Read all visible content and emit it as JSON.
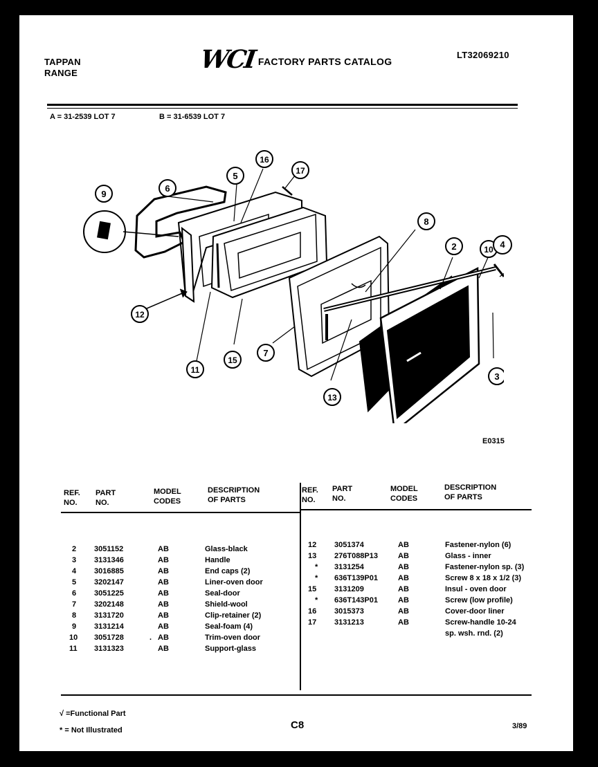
{
  "header": {
    "brand_line1": "TAPPAN",
    "brand_line2": "RANGE",
    "logo_text": "WCI",
    "catalog_title": "FACTORY PARTS CATALOG",
    "model_number": "LT32069210"
  },
  "model_codes": {
    "a": "A = 31-2539 LOT 7",
    "b": "B = 31-6539 LOT 7"
  },
  "diagram": {
    "callouts": [
      "9",
      "6",
      "5",
      "16",
      "17",
      "8",
      "2",
      "10",
      "4",
      "12",
      "11",
      "15",
      "7",
      "13",
      "3"
    ],
    "code": "E0315"
  },
  "table": {
    "headers": {
      "ref_line1": "REF.",
      "ref_line2": "NO.",
      "part_line1": "PART",
      "part_line2": "NO.",
      "model_line1": "MODEL",
      "model_line2": "CODES",
      "desc_line1": "DESCRIPTION",
      "desc_line2": "OF PARTS"
    },
    "left_rows": [
      {
        "ref": "2",
        "part": "3051152",
        "codes": "AB",
        "desc": "Glass-black",
        "mark": ""
      },
      {
        "ref": "3",
        "part": "3131346",
        "codes": "AB",
        "desc": "Handle",
        "mark": ""
      },
      {
        "ref": "4",
        "part": "3016885",
        "codes": "AB",
        "desc": "End caps (2)",
        "mark": ""
      },
      {
        "ref": "5",
        "part": "3202147",
        "codes": "AB",
        "desc": "Liner-oven door",
        "mark": ""
      },
      {
        "ref": "6",
        "part": "3051225",
        "codes": "AB",
        "desc": "Seal-door",
        "mark": ""
      },
      {
        "ref": "7",
        "part": "3202148",
        "codes": "AB",
        "desc": "Shield-wool",
        "mark": ""
      },
      {
        "ref": "8",
        "part": "3131720",
        "codes": "AB",
        "desc": "Clip-retainer (2)",
        "mark": ""
      },
      {
        "ref": "9",
        "part": "3131214",
        "codes": "AB",
        "desc": "Seal-foam (4)",
        "mark": ""
      },
      {
        "ref": "10",
        "part": "3051728",
        "codes": "AB",
        "desc": "Trim-oven door",
        "mark": "."
      },
      {
        "ref": "11",
        "part": "3131323",
        "codes": "AB",
        "desc": "Support-glass",
        "mark": ""
      }
    ],
    "right_rows": [
      {
        "ref": "12",
        "part": "3051374",
        "codes": "AB",
        "desc": "Fastener-nylon (6)"
      },
      {
        "ref": "13",
        "part": "276T088P13",
        "codes": "AB",
        "desc": "Glass - inner"
      },
      {
        "ref": "*",
        "part": "3131254",
        "codes": "AB",
        "desc": "Fastener-nylon sp. (3)"
      },
      {
        "ref": "*",
        "part": "636T139P01",
        "codes": "AB",
        "desc": "Screw 8 x 18 x 1/2 (3)"
      },
      {
        "ref": "15",
        "part": "3131209",
        "codes": "AB",
        "desc": "Insul - oven door"
      },
      {
        "ref": "*",
        "part": "636T143P01",
        "codes": "AB",
        "desc": "Screw (low profile)"
      },
      {
        "ref": "16",
        "part": "3015373",
        "codes": "AB",
        "desc": "Cover-door liner"
      },
      {
        "ref": "17",
        "part": "3131213",
        "codes": "AB",
        "desc": "Screw-handle 10-24"
      },
      {
        "ref": "",
        "part": "",
        "codes": "",
        "desc": "sp. wsh. rnd. (2)"
      }
    ]
  },
  "footer": {
    "legend_functional": "√ =Functional Part",
    "legend_not_illustrated": "* = Not Illustrated",
    "page_code": "C8",
    "date": "3/89"
  }
}
